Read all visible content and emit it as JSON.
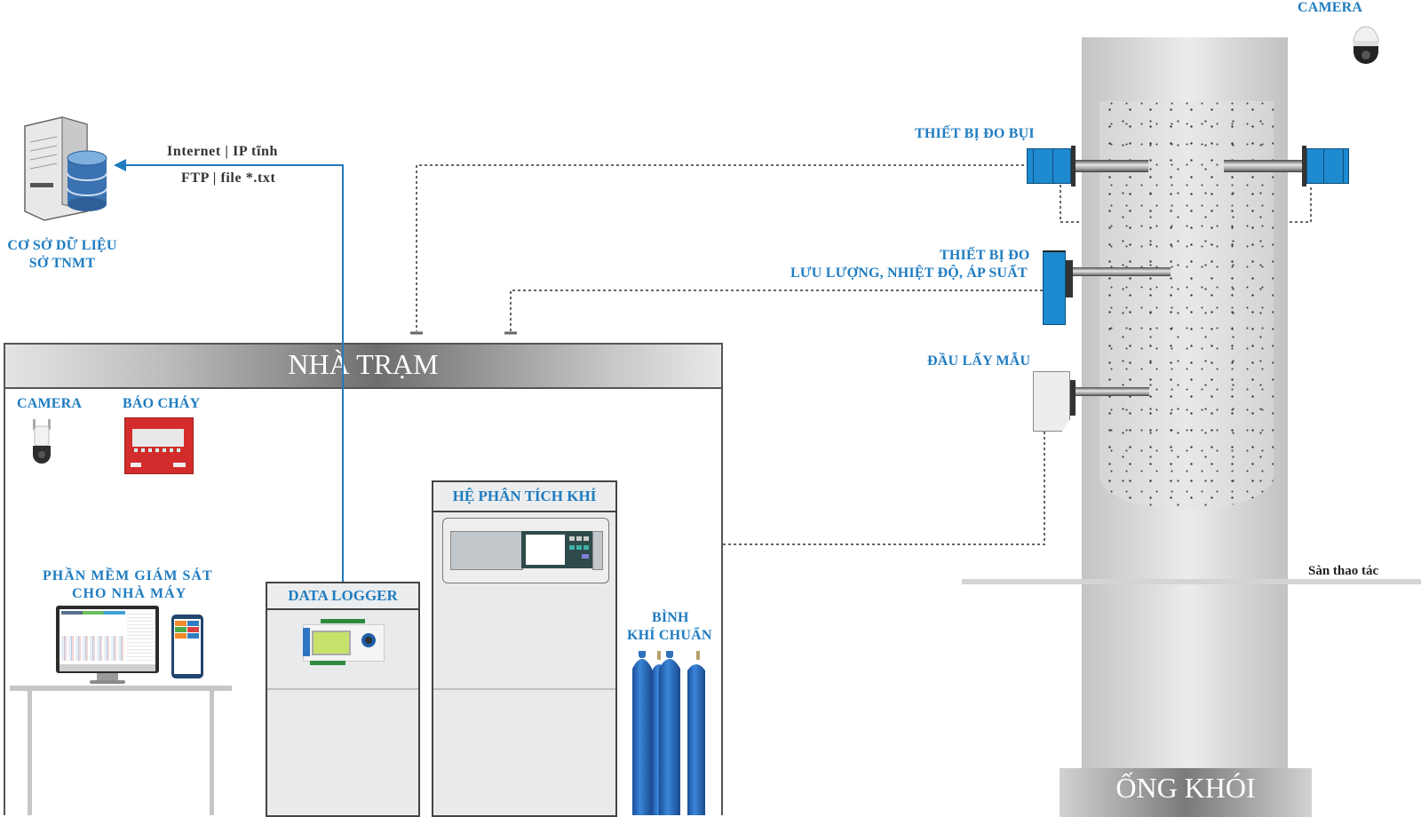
{
  "title": "Sơ đồ hệ thống quan trắc khí thải tự động",
  "colors": {
    "accent_blue": "#1f7cc0",
    "device_blue": "#1e8ad0",
    "line_gray": "#666666"
  },
  "database": {
    "icon": "server-database-icon",
    "label_line1": "CƠ SỞ DỮ LIỆU",
    "label_line2": "SỞ TNMT"
  },
  "transfer": {
    "line1": "Internet | IP tĩnh",
    "line2": "FTP | file *.txt"
  },
  "station": {
    "title": "NHÀ TRẠM",
    "camera_label": "CAMERA",
    "fire_alarm_label": "BÁO CHÁY",
    "software_line1": "PHẦN MỀM GIÁM SÁT",
    "software_line2": "CHO NHÀ MÁY",
    "data_logger_label": "DATA LOGGER",
    "gas_analyzer_label": "HỆ PHÂN TÍCH KHÍ",
    "gas_cylinder_line1": "BÌNH",
    "gas_cylinder_line2": "KHÍ CHUẨN"
  },
  "stack": {
    "title": "ỐNG KHÓI",
    "camera_label": "CAMERA",
    "dust_label": "THIẾT BỊ ĐO BỤI",
    "flow_line1": "THIẾT BỊ ĐO",
    "flow_line2": "LƯU LƯỢNG, NHIỆT ĐỘ, ÁP SUẤT",
    "probe_label": "ĐẦU LẤY MẪU",
    "platform_label": "Sàn thao tác"
  }
}
